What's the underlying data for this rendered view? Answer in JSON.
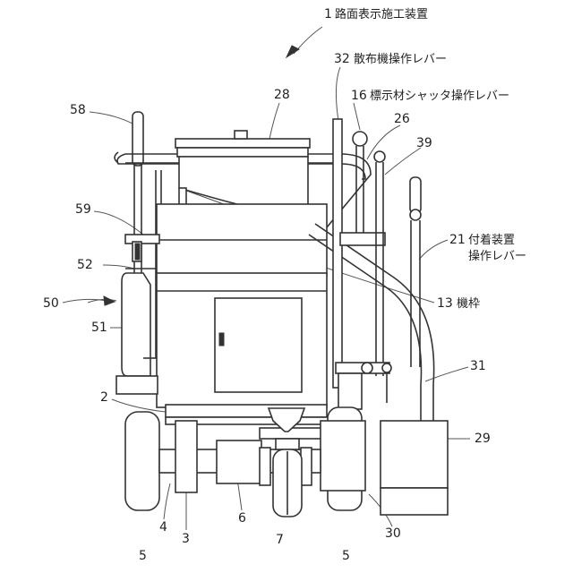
{
  "labels": {
    "l1": {
      "num": "1",
      "text": "路面表示施工装置"
    },
    "l32": {
      "num": "32",
      "text": "散布機操作レバー"
    },
    "l16": {
      "num": "16",
      "text": "標示材シャッタ操作レバー"
    },
    "l28": {
      "num": "28"
    },
    "l58": {
      "num": "58"
    },
    "l26": {
      "num": "26"
    },
    "l39": {
      "num": "39"
    },
    "l59": {
      "num": "59"
    },
    "l21": {
      "num": "21",
      "text": "付着装置",
      "text2": "操作レバー"
    },
    "l52": {
      "num": "52"
    },
    "l50": {
      "num": "50"
    },
    "l13": {
      "num": "13",
      "text": "機枠"
    },
    "l51": {
      "num": "51"
    },
    "l31": {
      "num": "31"
    },
    "l2": {
      "num": "2"
    },
    "l29": {
      "num": "29"
    },
    "l4": {
      "num": "4"
    },
    "l6": {
      "num": "6"
    },
    "l3": {
      "num": "3"
    },
    "l30": {
      "num": "30"
    },
    "l5a": {
      "num": "5"
    },
    "l7": {
      "num": "7"
    },
    "l5b": {
      "num": "5"
    }
  }
}
